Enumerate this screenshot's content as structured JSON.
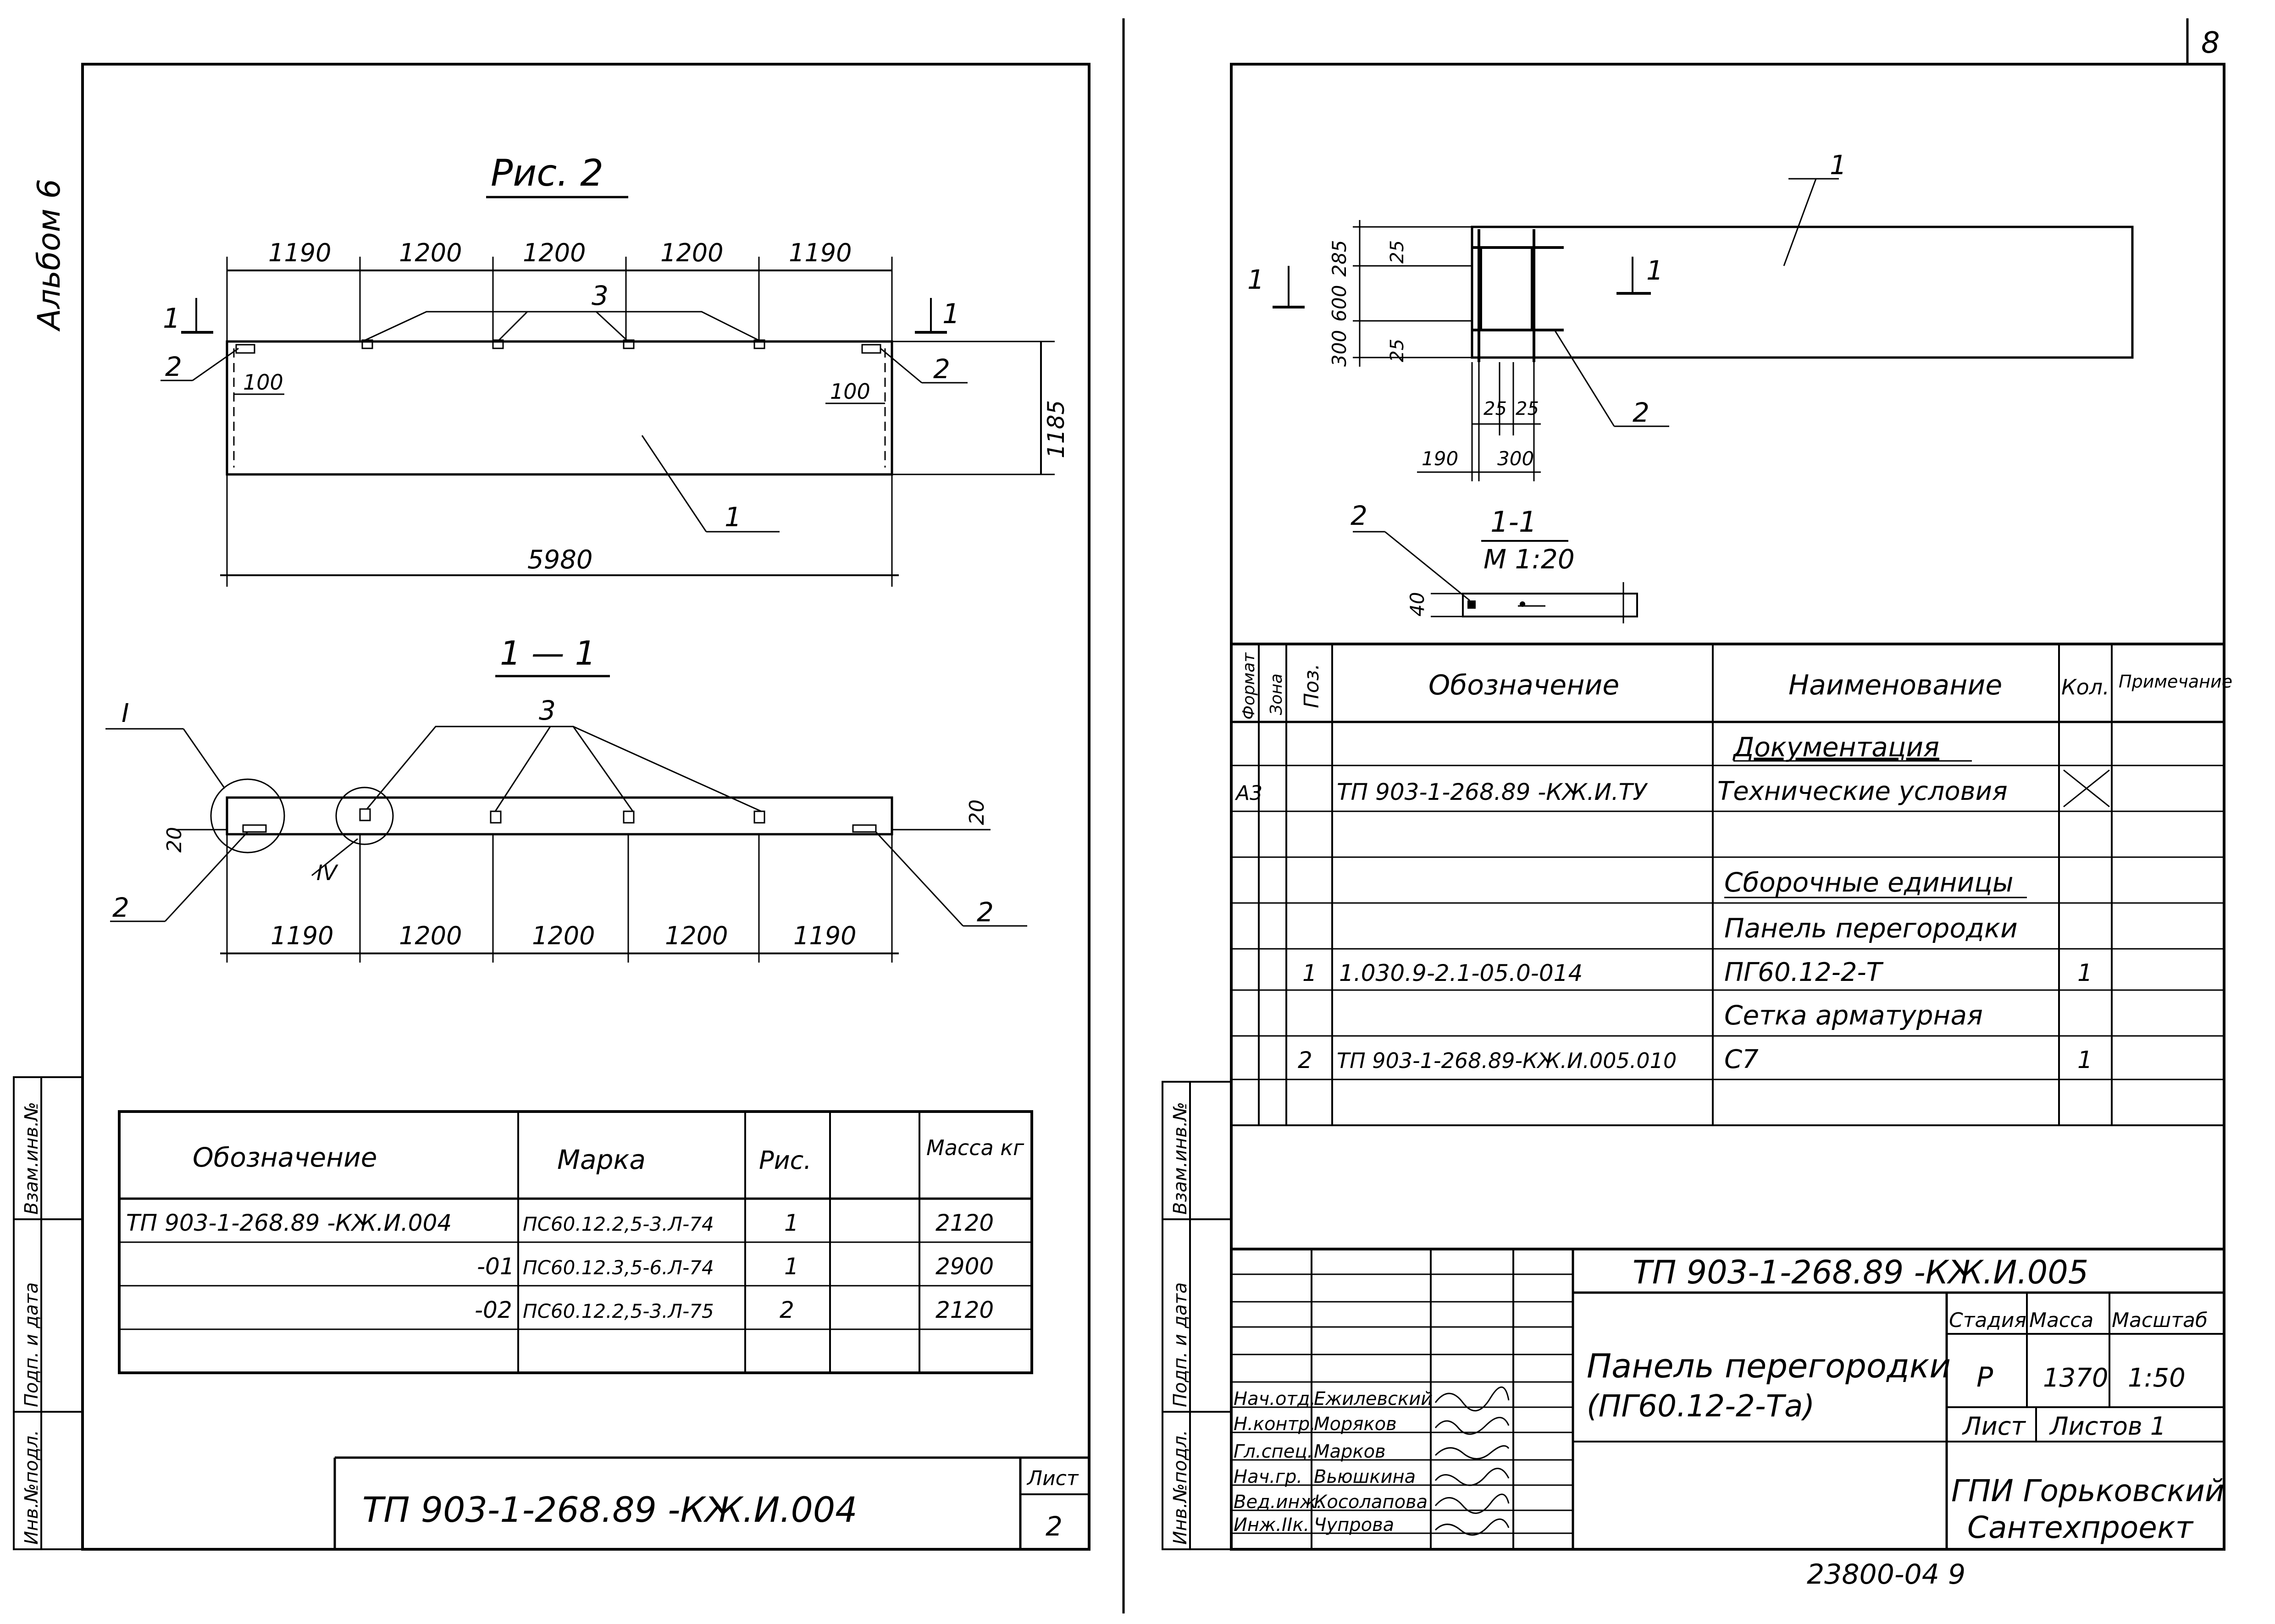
{
  "left_sheet": {
    "album_label": "Альбом 6",
    "figure_title": "Рис. 2",
    "plan_dims": [
      "1190",
      "1200",
      "1200",
      "1200",
      "1190"
    ],
    "total_length": "5980",
    "height_dim": "1185",
    "offset_dims": [
      "100",
      "100"
    ],
    "section_marks": [
      "1",
      "1"
    ],
    "callouts": {
      "pos1": "1",
      "pos2": "2",
      "pos3": "3"
    },
    "section_title": "1 — 1",
    "section_dims": [
      "1190",
      "1200",
      "1200",
      "1200",
      "1190"
    ],
    "section_side_dims": [
      "20",
      "20"
    ],
    "detail_marks": [
      "I",
      "IV"
    ],
    "section_callouts": {
      "pos2": "2",
      "pos3": "3"
    },
    "table": {
      "headers": [
        "Обозначение",
        "Марка",
        "Рис.",
        "",
        "Масса кг"
      ],
      "rows": [
        [
          "ТП 903-1-268.89 -КЖ.И.004",
          "ПС60.12.2,5-3.Л-74",
          "1",
          "",
          "2120"
        ],
        [
          "-01",
          "ПС60.12.3,5-6.Л-74",
          "1",
          "",
          "2900"
        ],
        [
          "-02",
          "ПС60.12.2,5-3.Л-75",
          "2",
          "",
          "2120"
        ],
        [
          "",
          "",
          "",
          "",
          ""
        ]
      ]
    },
    "stamp": {
      "code": "ТП 903-1-268.89 -КЖ.И.004",
      "sheet_label": "Лист",
      "sheet_no": "2"
    },
    "margin_labels": [
      "Инв.№подл.",
      "Подп. и дата",
      "Взам.инв.№"
    ]
  },
  "right_sheet": {
    "page_number": "8",
    "plan_callouts": {
      "pos1": "1",
      "pos2": "2",
      "section": "1"
    },
    "plan_dims_v": [
      "285",
      "600",
      "300"
    ],
    "plan_dims_small": [
      "25",
      "25"
    ],
    "plan_dims_h": [
      "25",
      "25"
    ],
    "plan_dims_bottom": [
      "190",
      "300"
    ],
    "section_label": "1-1",
    "section_scale": "М 1:20",
    "section_dim": "40",
    "spec_table": {
      "headers": [
        "Формат",
        "Зона",
        "Поз.",
        "Обозначение",
        "Наименование",
        "Кол.",
        "Примечание"
      ],
      "rows": [
        [
          "",
          "",
          "",
          "",
          "Документация",
          "",
          ""
        ],
        [
          "А3",
          "",
          "",
          "ТП 903-1-268.89 -КЖ.И.ТУ",
          "Технические условия",
          "",
          ""
        ],
        [
          "",
          "",
          "",
          "",
          "",
          "",
          ""
        ],
        [
          "",
          "",
          "",
          "",
          "Сборочные единицы",
          "",
          ""
        ],
        [
          "",
          "",
          "",
          "",
          "Панель перегородки",
          "",
          ""
        ],
        [
          "",
          "",
          "1",
          "1.030.9-2.1-05.0-014",
          "ПГ60.12-2-Т",
          "1",
          ""
        ],
        [
          "",
          "",
          "",
          "",
          "Сетка арматурная",
          "",
          ""
        ],
        [
          "",
          "",
          "2",
          "ТП 903-1-268.89-КЖ.И.005.010",
          "С7",
          "1",
          ""
        ],
        [
          "",
          "",
          "",
          "",
          "",
          "",
          ""
        ]
      ]
    },
    "title_block": {
      "code": "ТП 903-1-268.89 -КЖ.И.005",
      "title": "Панель перегородки",
      "subtitle": "(ПГ60.12-2-Та)",
      "stage_label": "Стадия",
      "mass_label": "Масса",
      "scale_label": "Масштаб",
      "stage": "Р",
      "mass": "1370",
      "scale": "1:50",
      "sheet_label": "Лист",
      "sheets_label": "Листов 1",
      "org_line1": "ГПИ Горьковский",
      "org_line2": "Сантехпроект",
      "signers": [
        {
          "role": "Нач.отд.",
          "name": "Ежилевский"
        },
        {
          "role": "Н.контр.",
          "name": "Моряков"
        },
        {
          "role": "Гл.спец.",
          "name": "Марков"
        },
        {
          "role": "Нач.гр.",
          "name": "Вьюшкина"
        },
        {
          "role": "Вед.инж.",
          "name": "Косолапова"
        },
        {
          "role": "Инж.IIк.",
          "name": "Чупрова"
        }
      ]
    },
    "archive_number": "23800-04 9",
    "margin_labels": [
      "Инв.№подл.",
      "Подп. и дата",
      "Взам.инв.№"
    ]
  }
}
